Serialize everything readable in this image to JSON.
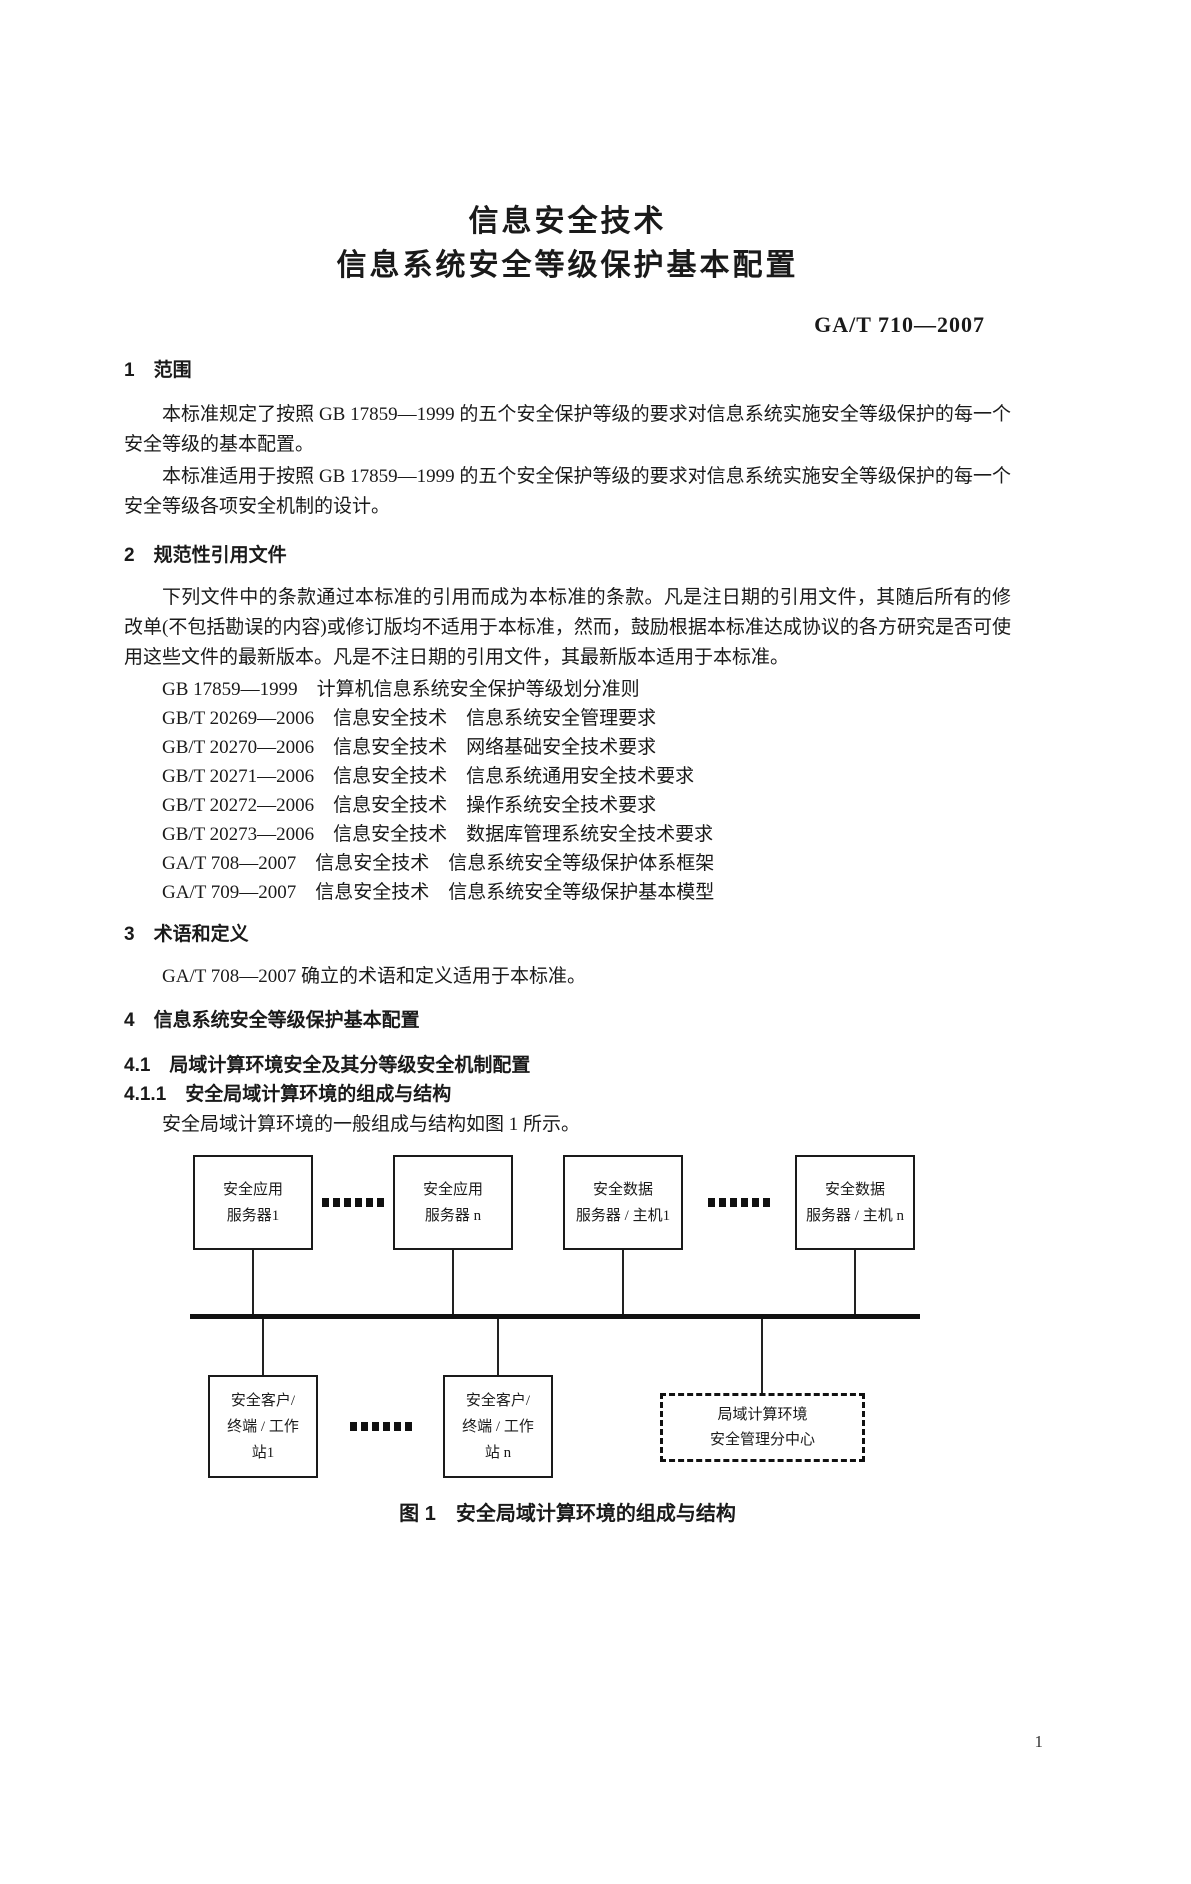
{
  "page": {
    "standard_number": "GA/T 710—2007",
    "page_number": "1"
  },
  "title": {
    "line1": "信息安全技术",
    "line2": "信息系统安全等级保护基本配置"
  },
  "section1": {
    "heading": "1　范围",
    "para1": "本标准规定了按照 GB 17859—1999 的五个安全保护等级的要求对信息系统实施安全等级保护的每一个安全等级的基本配置。",
    "para2": "本标准适用于按照 GB 17859—1999 的五个安全保护等级的要求对信息系统实施安全等级保护的每一个安全等级各项安全机制的设计。"
  },
  "section2": {
    "heading": "2　规范性引用文件",
    "intro": "下列文件中的条款通过本标准的引用而成为本标准的条款。凡是注日期的引用文件，其随后所有的修改单(不包括勘误的内容)或修订版均不适用于本标准，然而，鼓励根据本标准达成协议的各方研究是否可使用这些文件的最新版本。凡是不注日期的引用文件，其最新版本适用于本标准。",
    "references": [
      "GB 17859—1999　计算机信息系统安全保护等级划分准则",
      "GB/T 20269—2006　信息安全技术　信息系统安全管理要求",
      "GB/T 20270—2006　信息安全技术　网络基础安全技术要求",
      "GB/T 20271—2006　信息安全技术　信息系统通用安全技术要求",
      "GB/T 20272—2006　信息安全技术　操作系统安全技术要求",
      "GB/T 20273—2006　信息安全技术　数据库管理系统安全技术要求",
      "GA/T 708—2007　信息安全技术　信息系统安全等级保护体系框架",
      "GA/T 709—2007　信息安全技术　信息系统安全等级保护基本模型"
    ]
  },
  "section3": {
    "heading": "3　术语和定义",
    "para1": "GA/T 708—2007 确立的术语和定义适用于本标准。"
  },
  "section4": {
    "heading": "4　信息系统安全等级保护基本配置",
    "heading41": "4.1　局域计算环境安全及其分等级安全机制配置",
    "heading411": "4.1.1　安全局域计算环境的组成与结构",
    "para1": "安全局域计算环境的一般组成与结构如图 1 所示。"
  },
  "figure": {
    "caption": "图 1　安全局域计算环境的组成与结构",
    "top_boxes": [
      {
        "line1": "安全应用",
        "line2": "服务器1"
      },
      {
        "line1": "安全应用",
        "line2": "服务器 n"
      },
      {
        "line1": "安全数据",
        "line2": "服务器 / 主机1"
      },
      {
        "line1": "安全数据",
        "line2": "服务器 / 主机 n"
      }
    ],
    "bottom_boxes": [
      {
        "line1": "安全客户/",
        "line2": "终端 / 工作",
        "line3": "站1"
      },
      {
        "line1": "安全客户/",
        "line2": "终端 / 工作",
        "line3": "站 n"
      }
    ],
    "management_box": {
      "line1": "局域计算环境",
      "line2": "安全管理分中心"
    }
  },
  "colors": {
    "text": "#1a1a1a",
    "background": "#ffffff"
  }
}
